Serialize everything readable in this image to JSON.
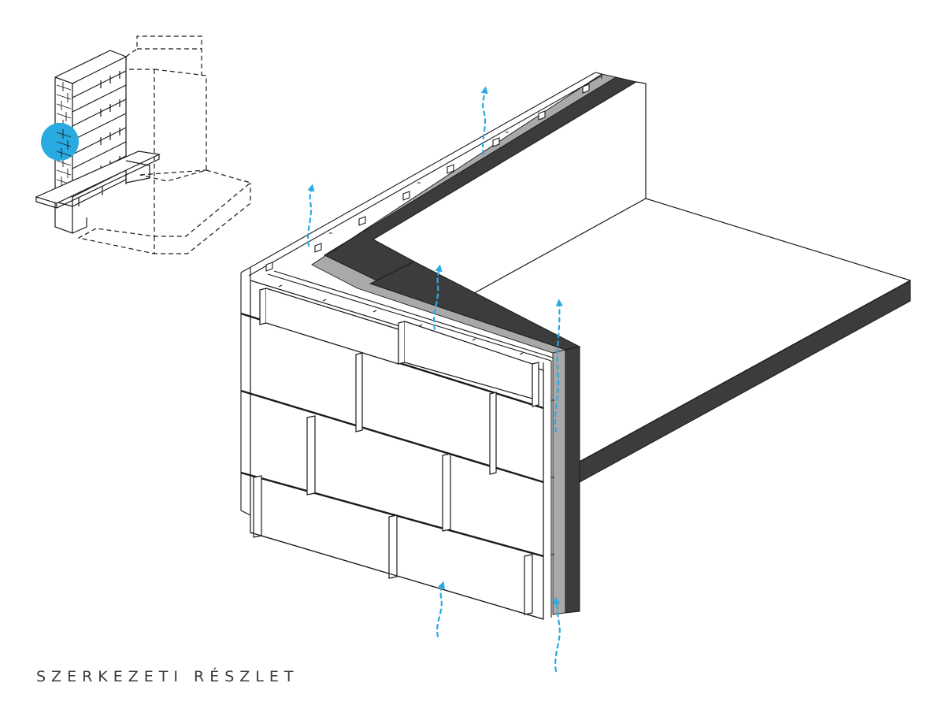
{
  "diagram": {
    "caption": "SZERKEZETI RÉSZLET",
    "colors": {
      "line": "#1a1a1a",
      "wall_core": "#3c3c3c",
      "insulation": "#a9a9a9",
      "airflow": "#29abe2",
      "highlight": "#29abe2"
    },
    "parts": [
      {
        "name": "locator-building"
      },
      {
        "name": "detail-highlight-marker"
      },
      {
        "name": "facade-panel-cladding"
      },
      {
        "name": "support-rails"
      },
      {
        "name": "insulation-layer"
      },
      {
        "name": "load-bearing-wall"
      },
      {
        "name": "floor-slab"
      },
      {
        "name": "ventilation-airflow-arrows"
      }
    ]
  }
}
